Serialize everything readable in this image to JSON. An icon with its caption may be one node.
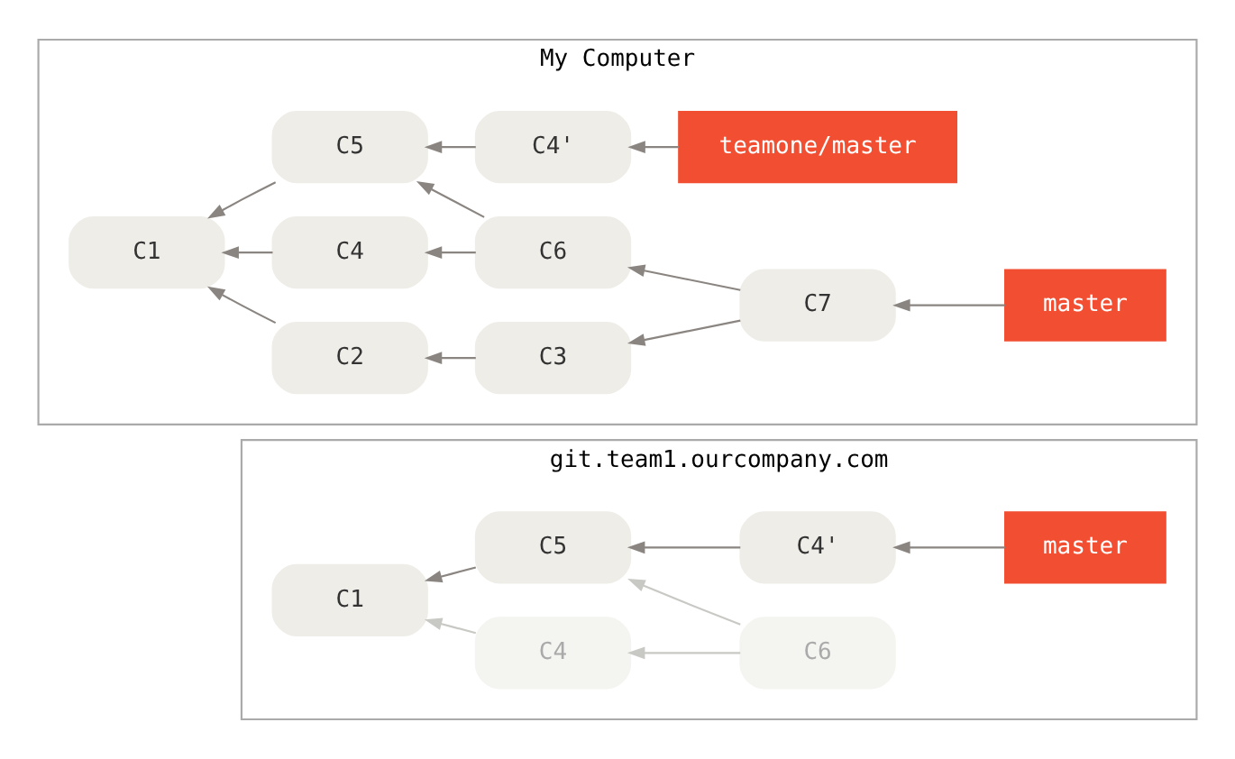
{
  "diagram": {
    "nodes": [
      {
        "text": [
          "git.team1.ourcompany.com"
        ]
      },
      {
        "text": [
          "C5"
        ],
        "in": 0
      },
      {
        "text": [
          "C4'"
        ],
        "in": 0
      },
      {
        "text": [
          "master"
        ],
        "in": 0
      },
      {
        "text": [
          "C1"
        ],
        "in": 0
      },
      {
        "text": [
          "C4"
        ],
        "in": 0
      },
      {
        "text": [
          "C6"
        ],
        "in": 0
      },
      {
        "text": [
          "My Computer"
        ]
      },
      {
        "text": [
          "C5"
        ],
        "in": 7
      },
      {
        "text": [
          "C4'"
        ],
        "in": 7
      },
      {
        "text": [
          "teamone/master"
        ],
        "in": 7
      },
      {
        "text": [
          "C1"
        ],
        "in": 7
      },
      {
        "text": [
          "C4"
        ],
        "in": 7
      },
      {
        "text": [
          "C6"
        ],
        "in": 7
      },
      {
        "text": [
          "C2"
        ],
        "in": 7
      },
      {
        "text": [
          "C3"
        ],
        "in": 7
      },
      {
        "text": [
          "C7"
        ],
        "in": 7
      },
      {
        "text": [
          "master"
        ],
        "in": 7
      }
    ],
    "edges": [
      {
        "from": 3,
        "to": 2,
        "arrow": "to"
      },
      {
        "from": 2,
        "to": 1,
        "arrow": "to"
      },
      {
        "from": 1,
        "to": 4,
        "arrow": "to"
      },
      {
        "from": 6,
        "to": 1,
        "arrow": "to",
        "color": "#c8c8c4"
      },
      {
        "from": 6,
        "to": 5,
        "arrow": "to",
        "color": "#c8c8c4"
      },
      {
        "from": 5,
        "to": 4,
        "arrow": "to",
        "color": "#c8c8c4"
      },
      {
        "from": 10,
        "to": 9,
        "arrow": "to"
      },
      {
        "from": 9,
        "to": 8,
        "arrow": "to"
      },
      {
        "from": 8,
        "to": 11,
        "arrow": "to"
      },
      {
        "from": 13,
        "to": 8,
        "arrow": "to"
      },
      {
        "from": 13,
        "to": 12,
        "arrow": "to"
      },
      {
        "from": 12,
        "to": 11,
        "arrow": "to"
      },
      {
        "from": 14,
        "to": 11,
        "arrow": "to"
      },
      {
        "from": 16,
        "to": 13,
        "arrow": "to"
      },
      {
        "from": 17,
        "to": 16,
        "arrow": "to"
      },
      {
        "from": 16,
        "to": 15,
        "arrow": "to"
      },
      {
        "from": 15,
        "to": 14,
        "arrow": "to"
      }
    ]
  }
}
